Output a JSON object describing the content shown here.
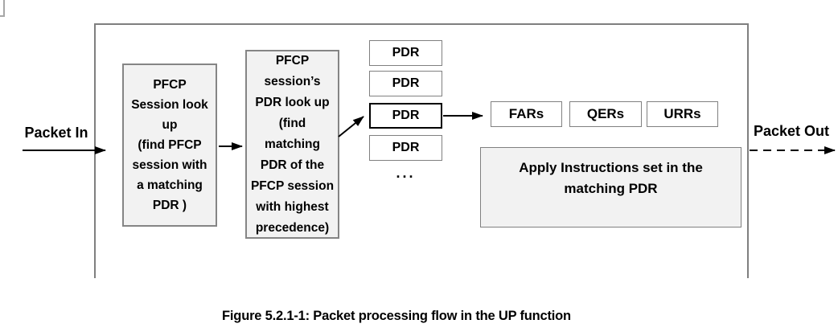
{
  "diagram": {
    "packet_in_label": "Packet In",
    "packet_out_label": "Packet Out",
    "session_lookup_box": "PFCP\nSession look\nup\n(find PFCP\nsession with\na matching\nPDR )",
    "pdr_lookup_box": "PFCP\nsession’s\nPDR look up\n(find\nmatching\nPDR of the\nPFCP session\nwith highest\nprecedence)",
    "pdr_boxes": [
      "PDR",
      "PDR",
      "PDR",
      "PDR"
    ],
    "ellipsis": "...",
    "rule_boxes": [
      "FARs",
      "QERs",
      "URRs"
    ],
    "apply_box": "Apply Instructions set in the\nmatching PDR",
    "caption": "Figure 5.2.1-1: Packet processing flow in the UP function"
  },
  "colors": {
    "box_fill": "#f2f2f2",
    "box_border": "#808080",
    "outer_frame_border": "#7f7f7f",
    "matched_pdr_border": "#000000",
    "arrow": "#000000",
    "text": "#000000"
  }
}
